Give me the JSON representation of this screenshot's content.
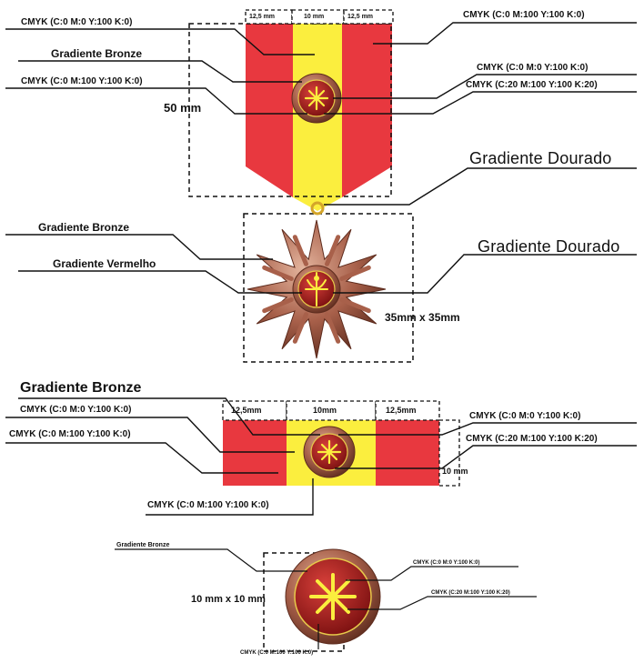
{
  "labels": {
    "ribbon_top_left_cmyk_yellow": "CMYK (C:0 M:0 Y:100 K:0)",
    "ribbon_top_bronze": "Gradiente Bronze",
    "ribbon_top_left_cmyk_red": "CMYK (C:0 M:100 Y:100 K:0)",
    "ribbon_top_right_cmyk_red": "CMYK (C:0 M:100 Y:100 K:0)",
    "ribbon_top_right_cmyk_yellow": "CMYK (C:0 M:0 Y:100 K:0)",
    "ribbon_top_right_cmyk_dark": "CMYK (C:20 M:100 Y:100 K:20)",
    "ribbon_height": "50 mm",
    "dim_12_5_a": "12,5 mm",
    "dim_10": "10 mm",
    "dim_12_5_b": "12,5 mm",
    "gold_1": "Gradiente Dourado",
    "medal_bronze": "Gradiente Bronze",
    "medal_red": "Gradiente Vermelho",
    "gold_2": "Gradiente Dourado",
    "medal_size": "35mm x 35mm",
    "bar_bronze": "Gradiente Bronze",
    "bar_cmyk_yellow": "CMYK (C:0 M:0 Y:100 K:0)",
    "bar_cmyk_red": "CMYK (C:0 M:100 Y:100 K:0)",
    "bar_dim_12_5_a": "12,5mm",
    "bar_dim_10": "10mm",
    "bar_dim_12_5_b": "12,5mm",
    "bar_right_cmyk_yellow": "CMYK (C:0 M:0 Y:100 K:0)",
    "bar_right_cmyk_dark": "CMYK (C:20 M:100 Y:100 K:20)",
    "bar_height": "10 mm",
    "bar_bottom_cmyk_red": "CMYK (C:0 M:100 Y:100 K:0)",
    "rosette_bronze": "Gradiente Bronze",
    "rosette_size": "10 mm x 10 mm",
    "rosette_cmyk_yellow": "CMYK (C:0 M:0 Y:100 K:0)",
    "rosette_cmyk_dark": "CMYK (C:20 M:100 Y:100 K:20)",
    "rosette_cmyk_red": "CMYK (C:0 M:100 Y:100 K:0)"
  },
  "colors": {
    "red": "#e8383f",
    "yellow": "#fbee3e",
    "dark_red": "#a3201f",
    "bronze": "#9c5a45",
    "bronze_light": "#c98c72",
    "gold": "#e7c94a"
  }
}
